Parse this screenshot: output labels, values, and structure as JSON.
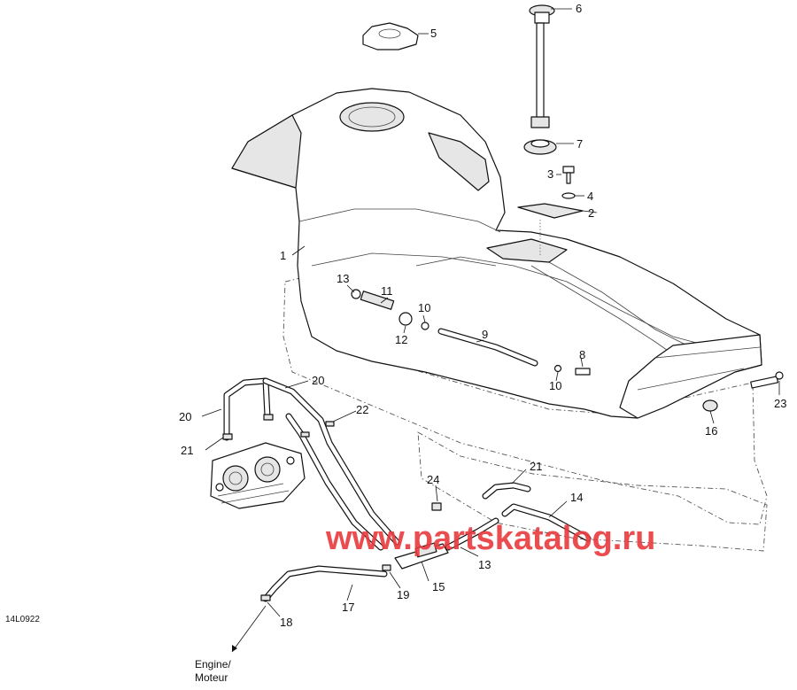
{
  "diagram": {
    "code": "14L0922",
    "watermark": "www.partskatalog.ru",
    "engine_label_line1": "Engine/",
    "engine_label_line2": "Moteur",
    "callouts": {
      "c1": "1",
      "c2": "2",
      "c3": "3",
      "c4": "4",
      "c5": "5",
      "c6": "6",
      "c7": "7",
      "c8": "8",
      "c9": "9",
      "c10a": "10",
      "c10b": "10",
      "c11": "11",
      "c12": "12",
      "c13a": "13",
      "c13b": "13",
      "c14": "14",
      "c15": "15",
      "c16": "16",
      "c17": "17",
      "c18": "18",
      "c19": "19",
      "c20a": "20",
      "c20b": "20",
      "c21a": "21",
      "c21b": "21",
      "c22": "22",
      "c23": "23",
      "c24": "24"
    }
  }
}
